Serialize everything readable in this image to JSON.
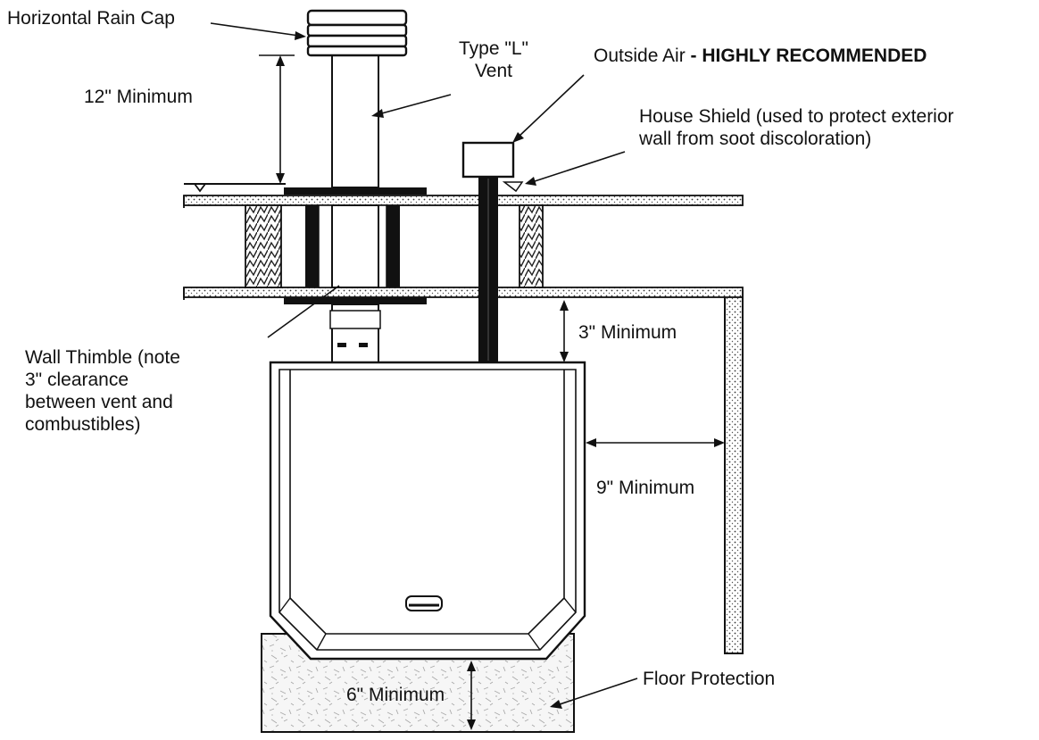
{
  "labels": {
    "rain_cap": "Horizontal Rain Cap",
    "type_l_vent": "Type \"L\"\nVent",
    "outside_air": "Outside Air",
    "outside_air_sep": " - ",
    "outside_air_emph": "HIGHLY RECOMMENDED",
    "house_shield": "House Shield (used to protect exterior\nwall from soot discoloration)",
    "min_12": "12\" Minimum",
    "min_3": "3\" Minimum",
    "wall_thimble": "Wall Thimble (note\n3\" clearance\nbetween vent and\ncombustibles)",
    "min_9": "9\" Minimum",
    "min_6": "6\" Minimum",
    "floor_protection": "Floor Protection"
  }
}
